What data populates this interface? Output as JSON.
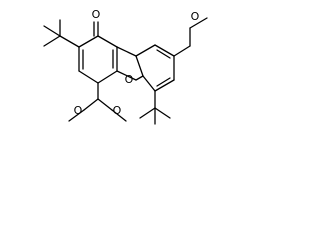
{
  "labels": {
    "carbonyl_oxygen": "O",
    "furan_oxygen": "O",
    "methoxy_top_right": "O",
    "methoxy_bottom_left": "O",
    "methoxy_bottom_right": "O"
  },
  "colors": {
    "bond": "#000000",
    "text": "#000000",
    "background": "#ffffff"
  }
}
